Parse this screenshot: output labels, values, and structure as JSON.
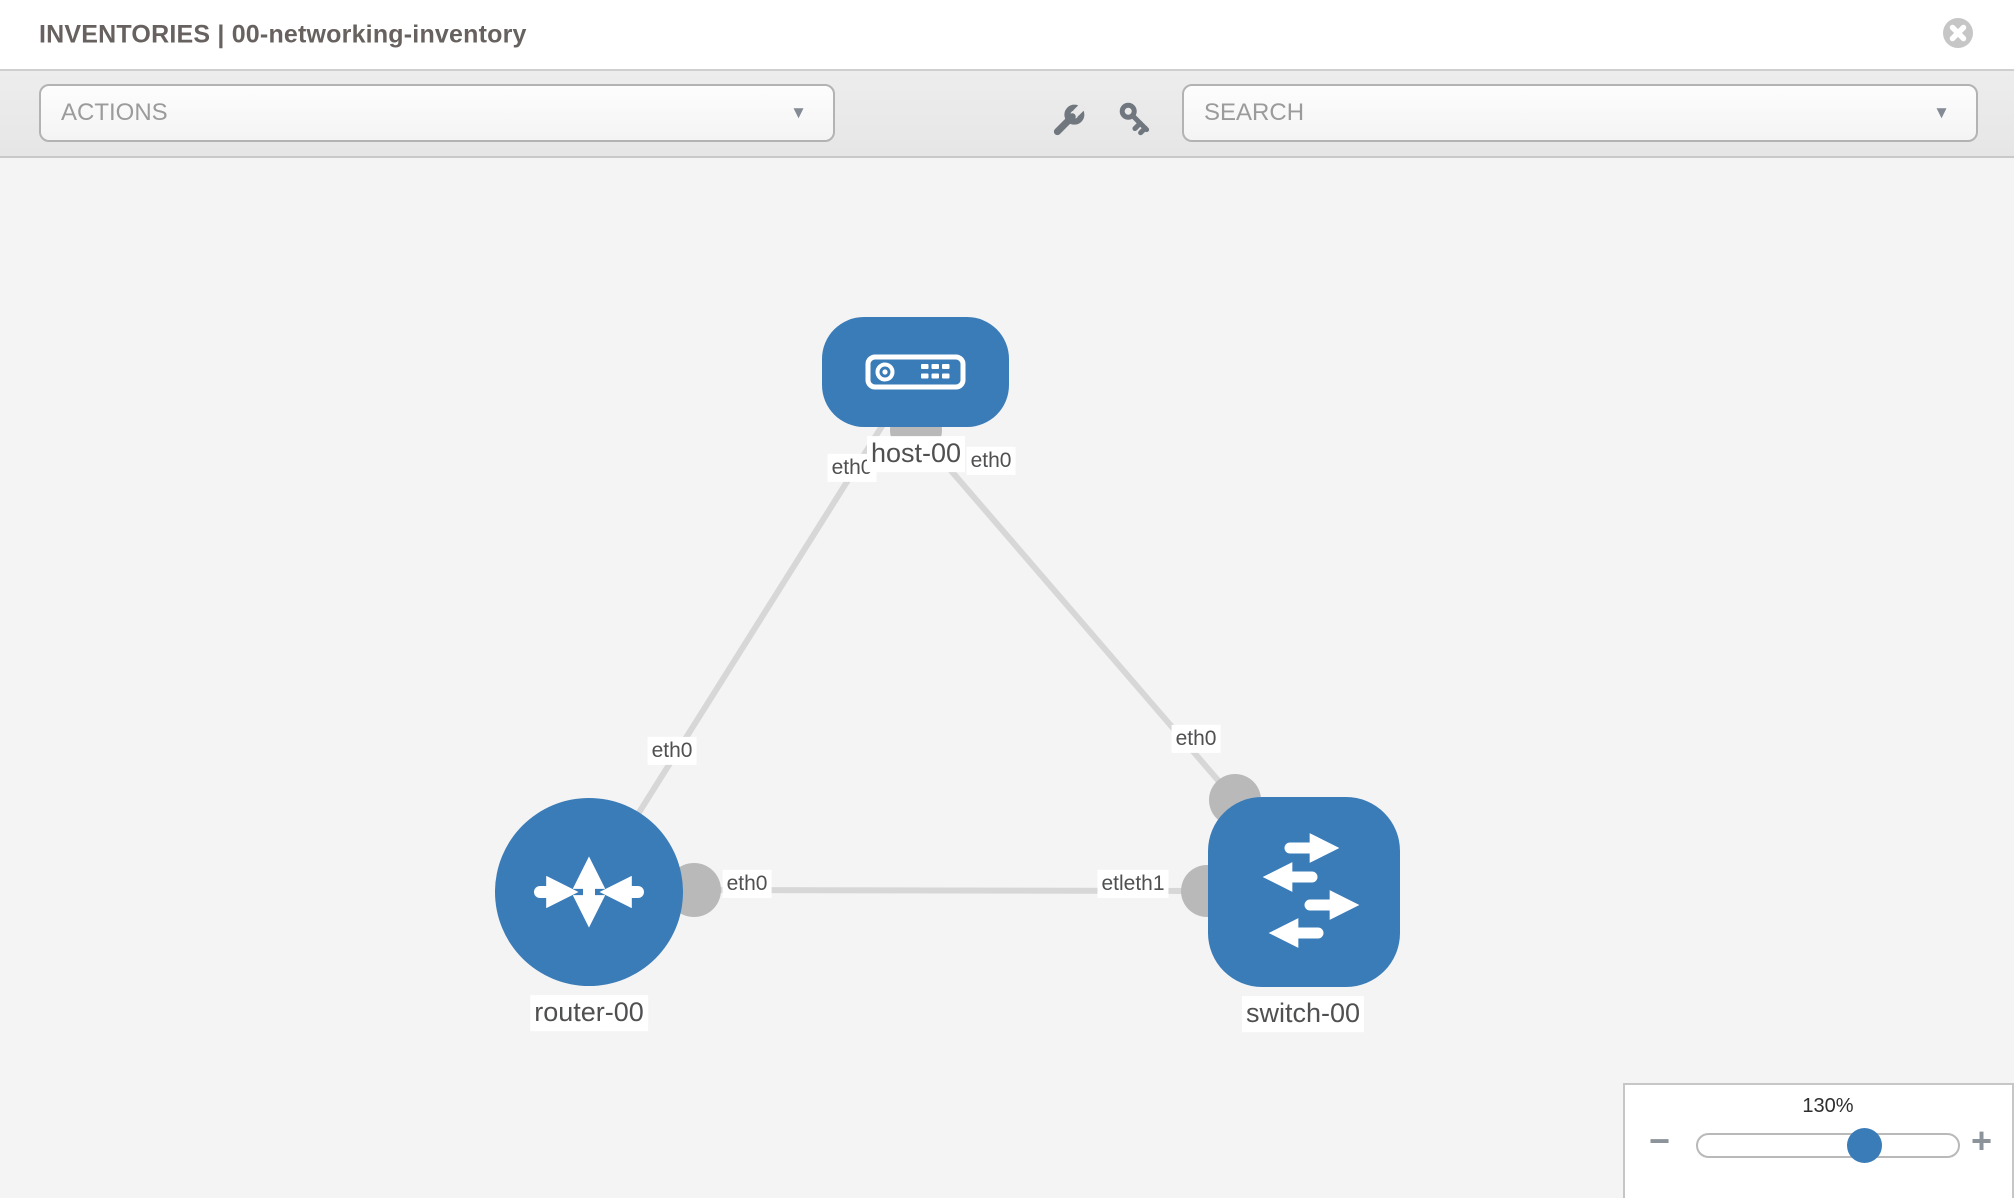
{
  "header": {
    "title": "INVENTORIES | 00-networking-inventory"
  },
  "toolbar": {
    "actions_label": "ACTIONS",
    "search_placeholder": "SEARCH",
    "dropdown_arrow": "▼"
  },
  "topology": {
    "nodes": [
      {
        "id": "host-00",
        "label": "host-00",
        "type": "host"
      },
      {
        "id": "router-00",
        "label": "router-00",
        "type": "router"
      },
      {
        "id": "switch-00",
        "label": "switch-00",
        "type": "switch"
      }
    ],
    "links": [
      {
        "from": "router-00",
        "to": "host-00"
      },
      {
        "from": "host-00",
        "to": "switch-00"
      },
      {
        "from": "router-00",
        "to": "switch-00"
      }
    ],
    "link_labels": {
      "host_left": "eth0",
      "host_right": "eth0",
      "diag_left": "eth0",
      "diag_right": "eth0",
      "horizontal_left": "eth0",
      "horizontal_right": "etleth1"
    }
  },
  "zoom_panel": {
    "level": "130%",
    "minus": "−",
    "plus": "+"
  },
  "colors": {
    "node_blue": "#3a7cb8",
    "link_gray": "#d7d7d7",
    "connector_gray": "#b9b9b9",
    "canvas_bg": "#f4f4f5"
  }
}
